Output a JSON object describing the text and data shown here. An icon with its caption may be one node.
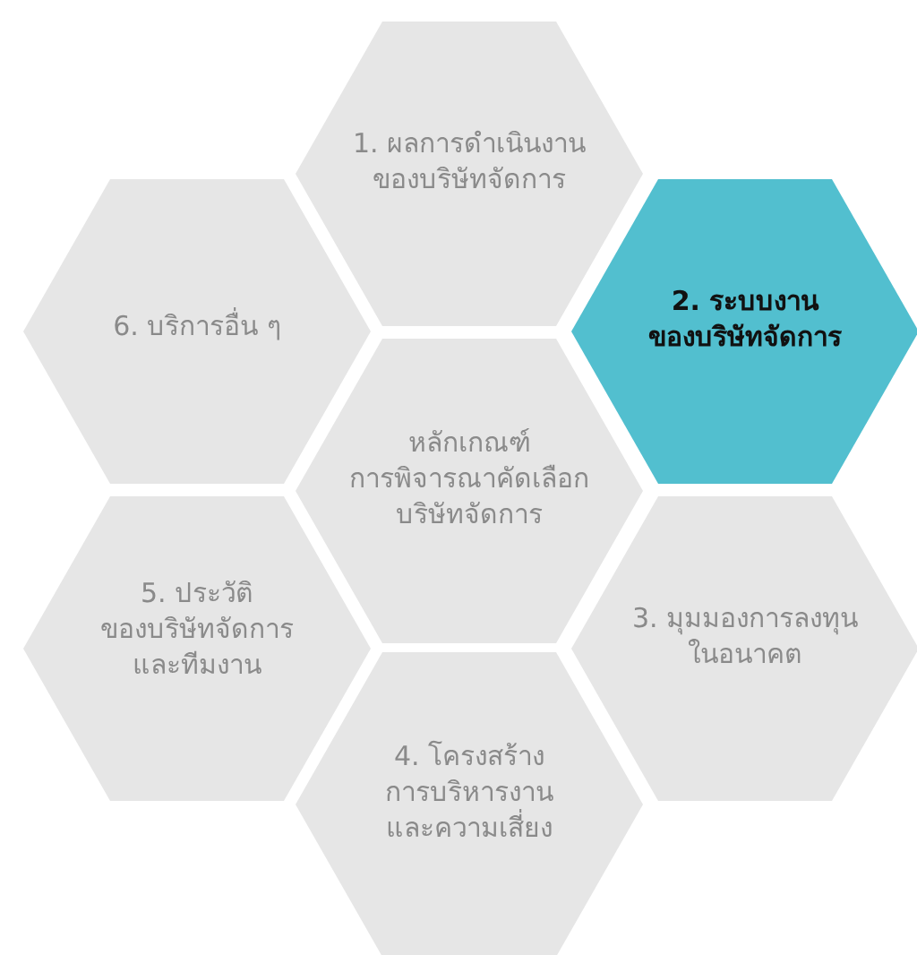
{
  "diagram": {
    "nodes": [
      {
        "text": [
          "1. ผลการดำเนินงาน ของบริษัทจัดการ"
        ]
      },
      {
        "text": [
          "6. บริการอื่น ๆ"
        ]
      },
      {
        "text": [
          "2. ระบบงาน ของบริษัทจัดการ"
        ]
      },
      {
        "text": [
          "หลักเกณฑ์ การพิจารณาคัดเลือก บริษัทจัดการ"
        ]
      },
      {
        "text": [
          "5. ประวัติ ของบริษัทจัดการ และทีมงาน"
        ]
      },
      {
        "text": [
          "3. มุมมองการลงทุน ในอนาคต"
        ]
      },
      {
        "text": [
          "4. โครงสร้าง การบริหารงาน และความเสี่ยง"
        ]
      }
    ]
  }
}
